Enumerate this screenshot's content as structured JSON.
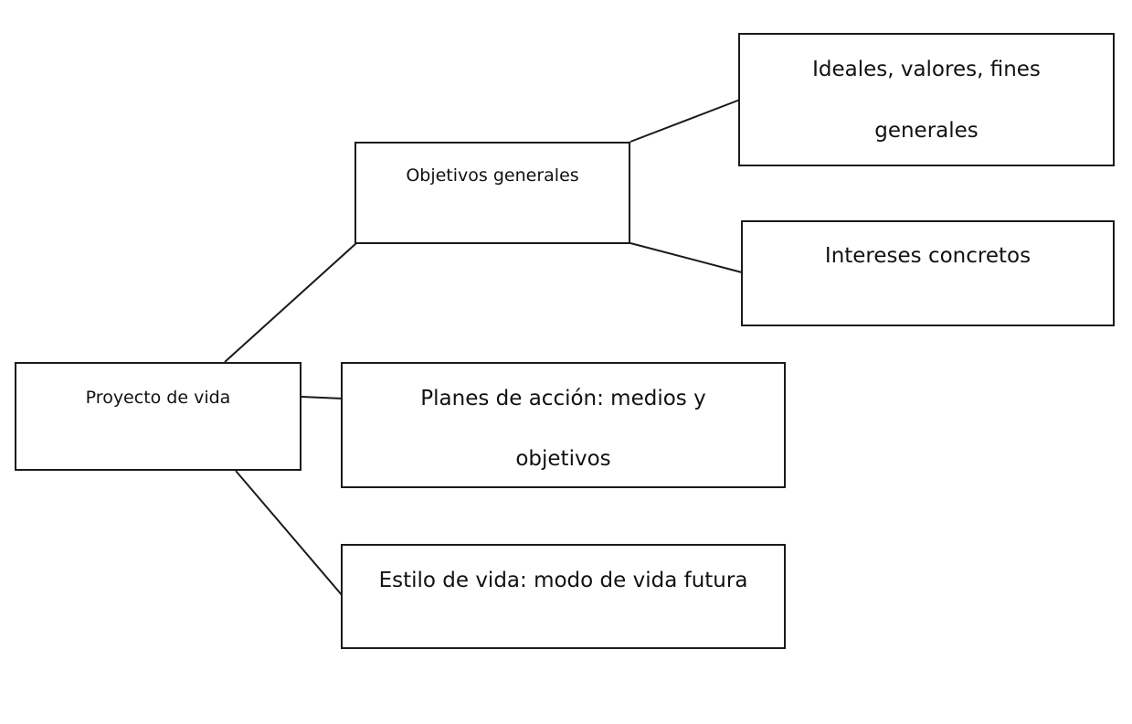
{
  "diagram": {
    "root": {
      "label": "Proyecto de vida"
    },
    "goals": {
      "label": "Objetivos generales"
    },
    "ideals": {
      "line1": "Ideales, valores, fines",
      "line2": "generales"
    },
    "interests": {
      "label": "Intereses concretos"
    },
    "plans": {
      "line1": "Planes de acción: medios y",
      "line2": "objetivos"
    },
    "lifestyle": {
      "label": "Estilo de vida: modo de vida futura"
    },
    "colors": {
      "stroke": "#1a1a1a",
      "background": "#ffffff",
      "text": "#111111"
    }
  }
}
